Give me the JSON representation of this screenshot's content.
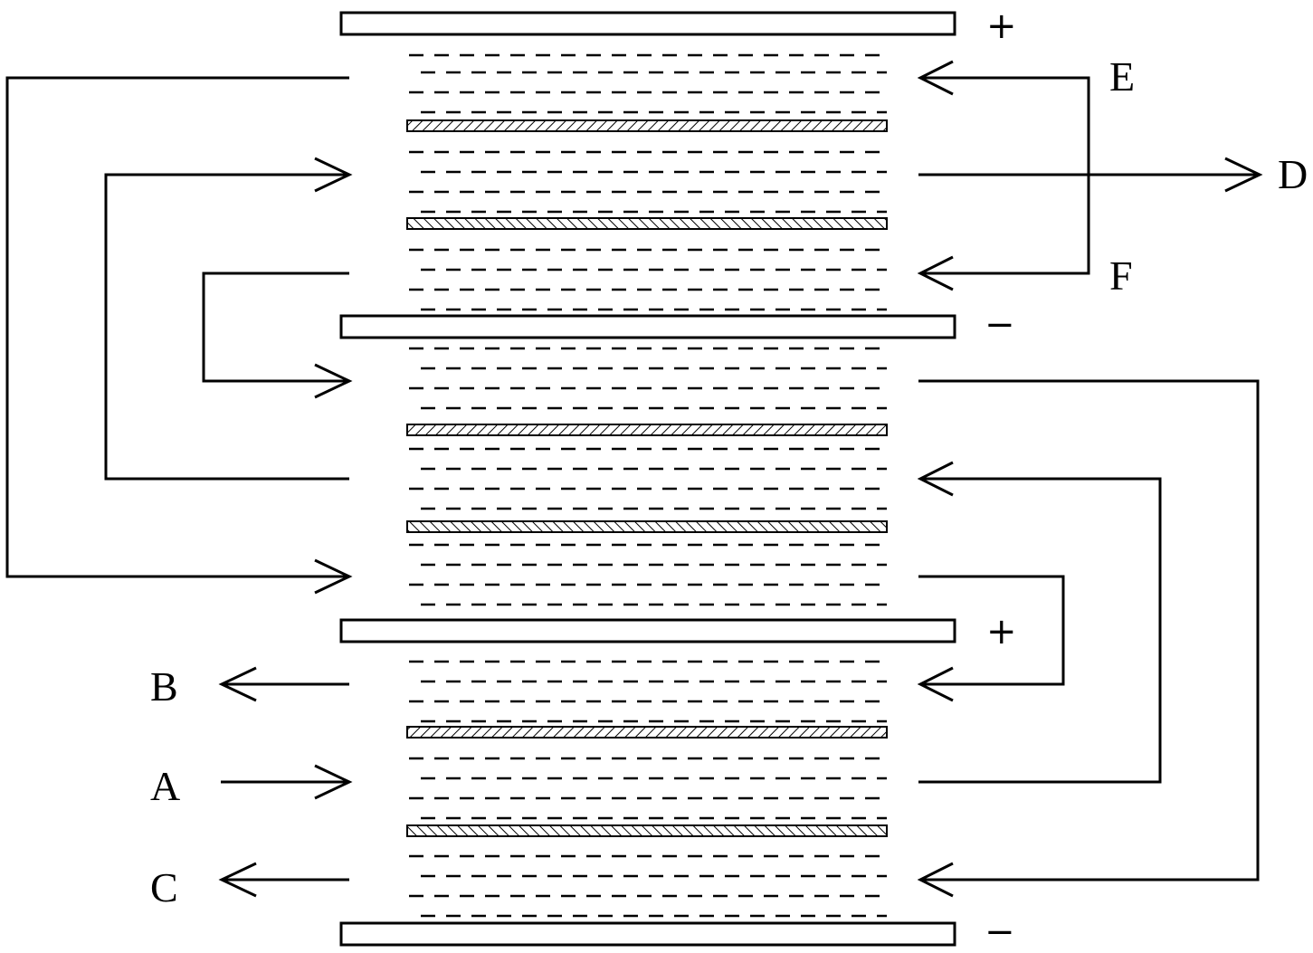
{
  "diagram": {
    "labels": {
      "A": "A",
      "B": "B",
      "C": "C",
      "D": "D",
      "E": "E",
      "F": "F"
    },
    "polarity": {
      "top": "+",
      "second": "−",
      "third": "+",
      "bottom": "−"
    },
    "colors": {
      "ink": "#000000",
      "background": "#ffffff"
    }
  }
}
